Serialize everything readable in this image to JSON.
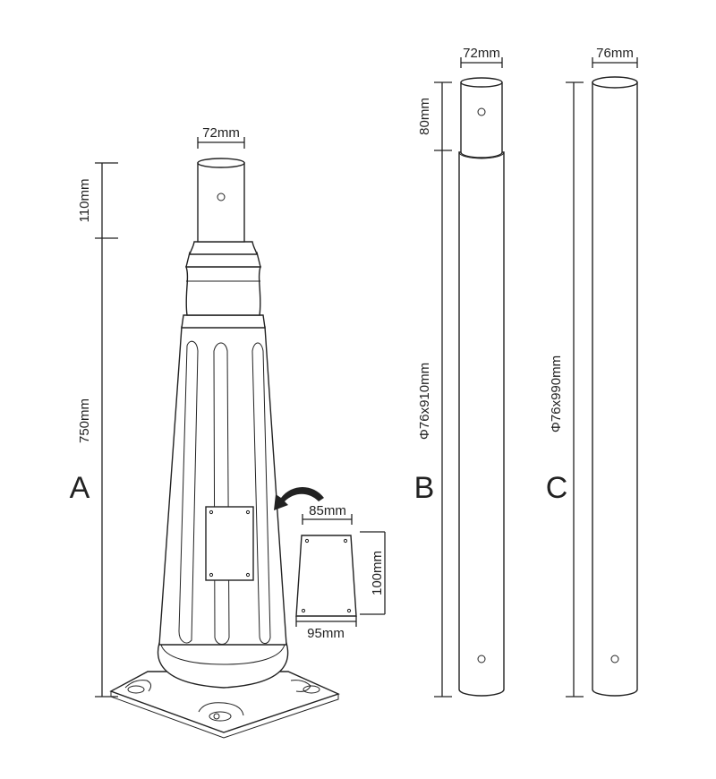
{
  "part_a": {
    "letter": "A",
    "top_diameter": "72mm",
    "top_height": "110mm",
    "body_height": "750mm",
    "door_width_top": "85mm",
    "door_width_bottom": "95mm",
    "door_height": "100mm"
  },
  "part_b": {
    "letter": "B",
    "top_diameter": "72mm",
    "top_height": "80mm",
    "spec": "Φ76x910mm"
  },
  "part_c": {
    "letter": "C",
    "top_diameter": "76mm",
    "spec": "Φ76x990mm"
  }
}
